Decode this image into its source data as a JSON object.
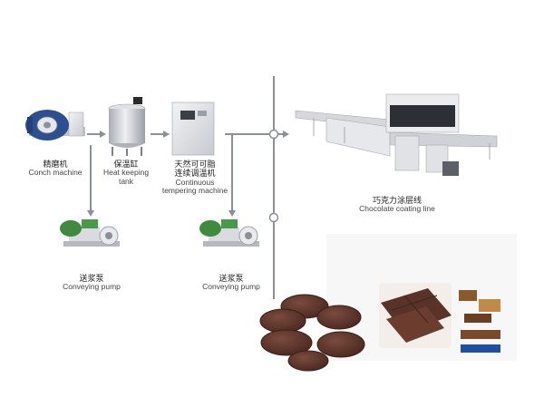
{
  "nodes": {
    "conch": {
      "zh": "精磨机",
      "en": "Conch machine"
    },
    "heat_tank": {
      "zh": "保温缸",
      "en_line1": "Heat keeping",
      "en_line2": "tank"
    },
    "tempering": {
      "zh_line1": "天然可可脂",
      "zh_line2": "连续调温机",
      "en_line1": "Continuous",
      "en_line2": "tempering machine"
    },
    "pump1": {
      "zh": "送浆泵",
      "en": "Conveying pump"
    },
    "pump2": {
      "zh": "送浆泵",
      "en": "Conveying pump"
    },
    "coating_line": {
      "zh": "巧克力涂层线",
      "en": "Chocolate coating line"
    }
  },
  "colors": {
    "connector": "#8a8f99",
    "steel": "#c9ccd2",
    "conch_blue": "#2e4f8f",
    "pump_green": "#3f8a3e",
    "chocolate": "#5a3328"
  }
}
